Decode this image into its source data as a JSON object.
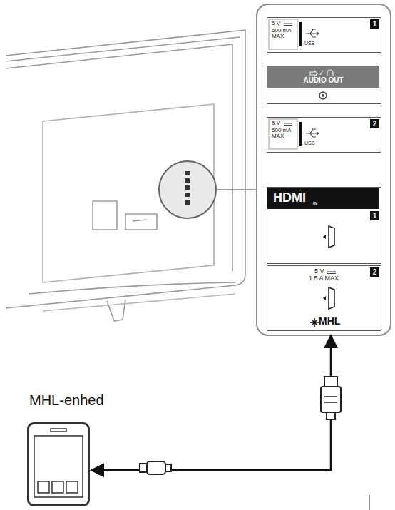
{
  "diagram": {
    "nodes": [
      {
        "text": [
          "5 V",
          "500 mA MAX",
          "USB",
          "1"
        ]
      },
      {
        "text": [
          "AUDIO OUT"
        ]
      },
      {
        "text": [
          "5 V",
          "500 mA MAX",
          "USB",
          "2"
        ]
      },
      {
        "text": [
          "HDMI",
          "IN",
          "1"
        ]
      },
      {
        "text": [
          "5 V",
          "1.5 A MAX",
          "2",
          "MHL"
        ]
      },
      {
        "text": [
          "MHL-enhed"
        ]
      }
    ],
    "edges": [
      {
        "from": 4,
        "to": 5,
        "arrow": "both"
      }
    ]
  }
}
